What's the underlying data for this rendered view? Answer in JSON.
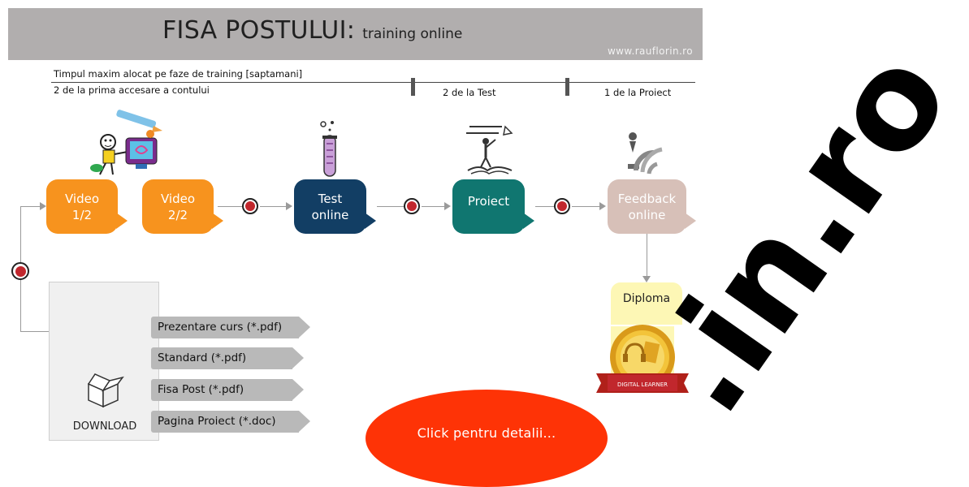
{
  "header": {
    "title": "FISA POSTULUI:",
    "subtitle": "training online",
    "site": "www.rauflorin.ro"
  },
  "timeline": {
    "caption": "Timpul maxim alocat pe faze de training [saptamani]",
    "phase1": "2 de la prima accesare a contului",
    "phase2": "2 de la Test",
    "phase3": "1 de la Proiect"
  },
  "flow": {
    "video1": {
      "line1": "Video",
      "line2": "1/2"
    },
    "video2": {
      "line1": "Video",
      "line2": "2/2"
    },
    "test": {
      "line1": "Test",
      "line2": "online"
    },
    "proiect": {
      "line1": "Proiect"
    },
    "feedback": {
      "line1": "Feedback",
      "line2": "online"
    }
  },
  "download": {
    "label": "DOWNLOAD",
    "files": [
      "Prezentare curs (*.pdf)",
      "Standard (*.pdf)",
      "Fisa Post (*.pdf)",
      "Pagina Proiect (*.doc)"
    ]
  },
  "diploma": {
    "label": "Diploma",
    "badge": "DIGITAL LEARNER"
  },
  "cta": {
    "label": "Click  pentru detalii..."
  },
  "watermark": {
    "text": ".in.ro"
  },
  "colors": {
    "header_bg": "#b1aeae",
    "video": "#f7931e",
    "test": "#123e64",
    "proiect": "#107670",
    "feedback": "#d7c0b8",
    "cta": "#fe3306",
    "button_red": "#c1272d",
    "file_tab": "#b9b9b9",
    "diploma_bg": "#fdf7b5"
  }
}
